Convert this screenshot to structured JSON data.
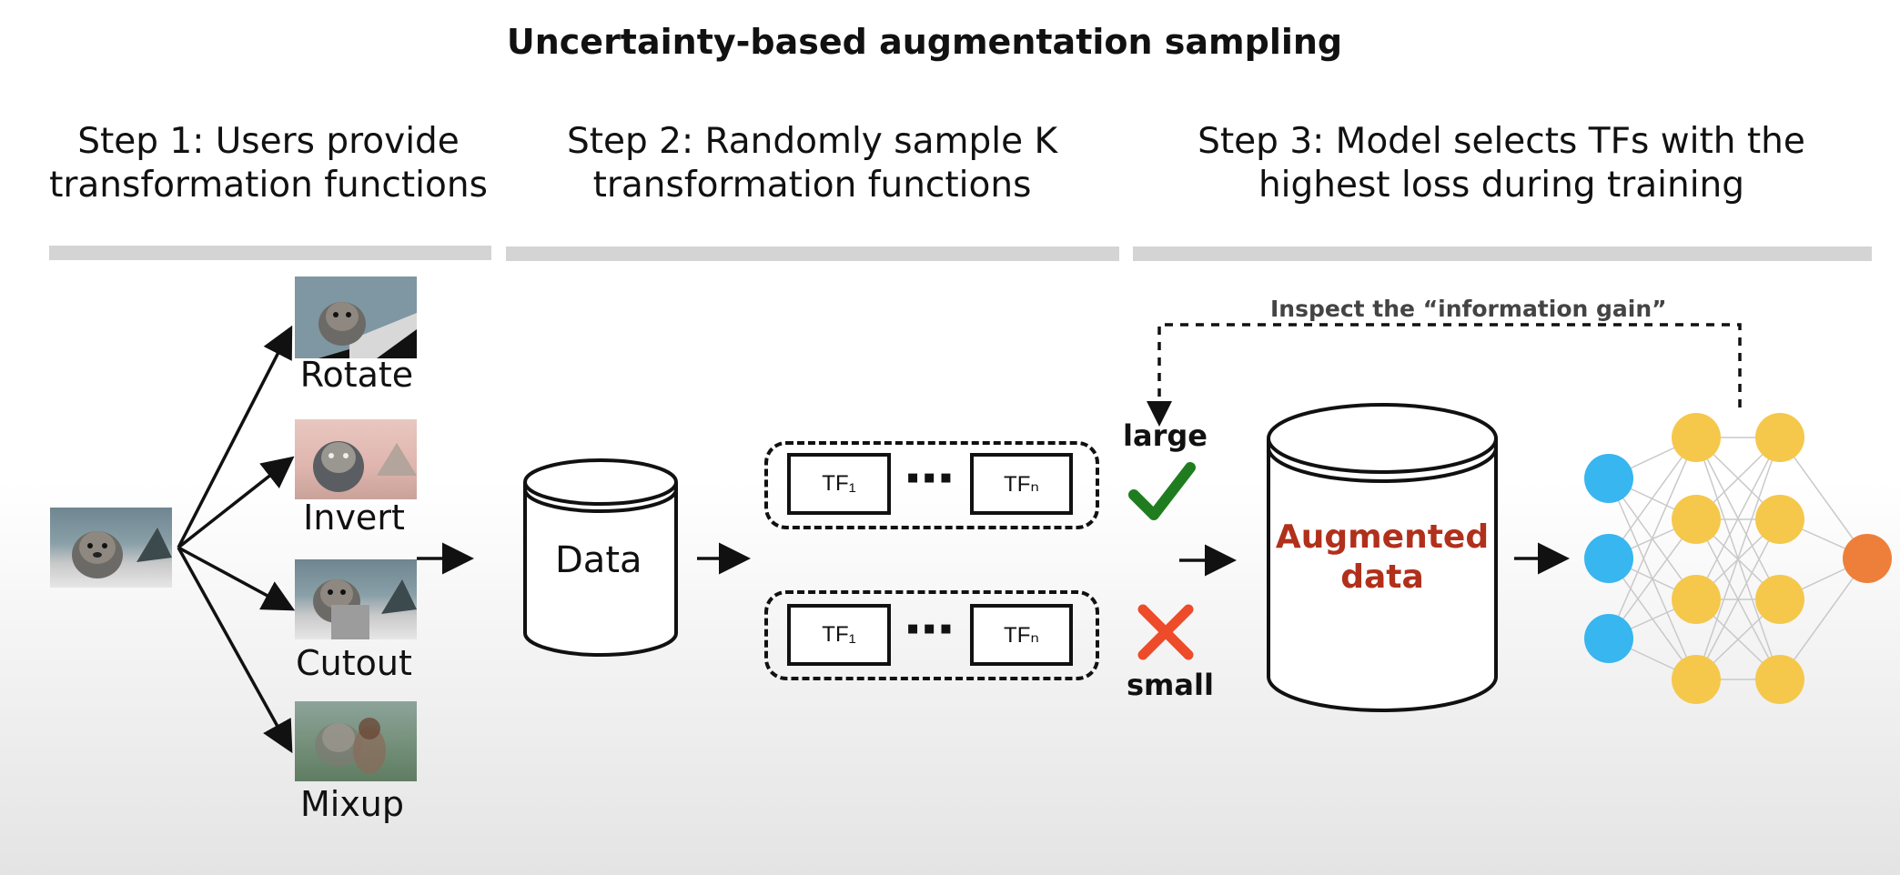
{
  "title": "Uncertainty-based augmentation sampling",
  "steps": [
    {
      "line1": "Step 1: Users provide",
      "line2": "transformation functions"
    },
    {
      "line1": "Step 2: Randomly sample K",
      "line2": "transformation functions"
    },
    {
      "line1": "Step 3: Model selects TFs with the",
      "line2": "highest loss during training"
    }
  ],
  "transforms": [
    "Rotate",
    "Invert",
    "Cutout",
    "Mixup"
  ],
  "data_label": "Data",
  "tf_first": "TF₁",
  "tf_last": "TFₙ",
  "ellipsis": "▪▪▪",
  "large_label": "large",
  "small_label": "small",
  "augmented": {
    "line1": "Augmented",
    "line2": "data"
  },
  "inspect_label": "Inspect the “information gain”",
  "colors": {
    "check": "#1f7d1f",
    "cross": "#ee4b2b",
    "augmented_text": "#b1301b",
    "input_node": "#37b6ef",
    "hidden_node": "#f5c84c",
    "output_node": "#ee7f3a",
    "divider": "#d4d4d4"
  }
}
